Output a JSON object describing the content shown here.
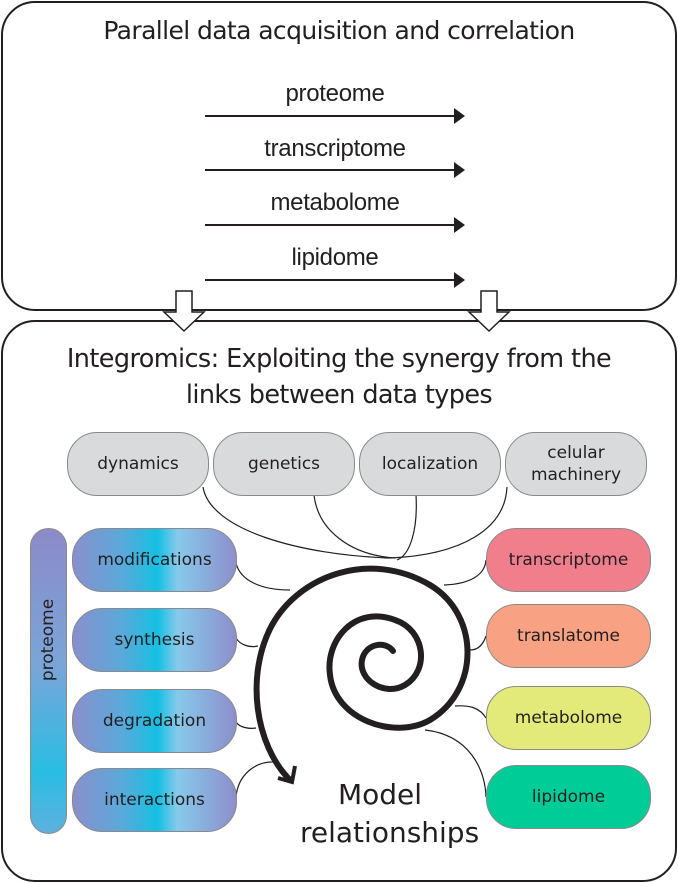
{
  "top_panel": {
    "title": "Parallel data acquisition and correlation",
    "flows": [
      "proteome",
      "transcriptome",
      "metabolome",
      "lipidome"
    ]
  },
  "bottom_panel": {
    "title_line1": "Integromics: Exploiting the synergy from the",
    "title_line2": "links between data types",
    "top_nodes": [
      {
        "label": "dynamics",
        "color": "#d9dadb"
      },
      {
        "label": "genetics",
        "color": "#d9dadb"
      },
      {
        "label": "localization",
        "color": "#d9dadb"
      },
      {
        "label_line1": "celular",
        "label_line2": "machinery",
        "color": "#d9dadb"
      }
    ],
    "proteome_group": {
      "label": "proteome",
      "items": [
        "modifications",
        "synthesis",
        "degradation",
        "interactions"
      ]
    },
    "right_nodes": [
      {
        "label": "transcriptome",
        "color": "#f07f8b"
      },
      {
        "label": "translatome",
        "color": "#f9a283"
      },
      {
        "label": "metabolome",
        "color": "#e4ea7a"
      },
      {
        "label": "lipidome",
        "color": "#00cc98"
      }
    ],
    "center": {
      "line1": "Model",
      "line2": "relationships"
    }
  }
}
